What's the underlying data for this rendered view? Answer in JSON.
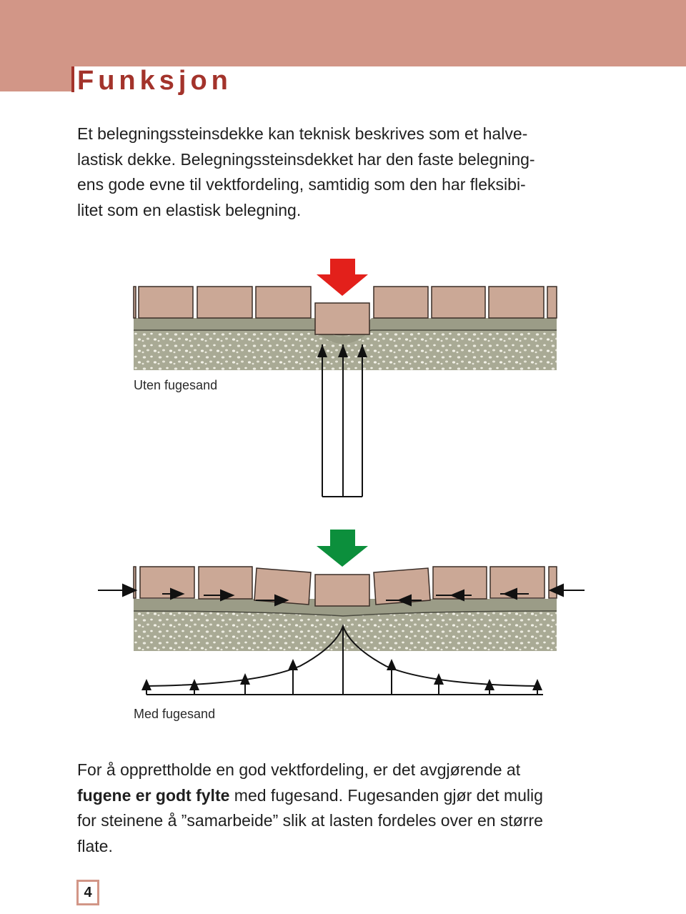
{
  "header": {
    "title": "Funksjon",
    "band_color": "#d29687",
    "title_color": "#a3332b"
  },
  "intro": {
    "line1": "Et belegningssteinsdekke kan teknisk beskrives som et halve-",
    "line2": "lastisk dekke. Belegningssteinsdekket har den faste belegning-",
    "line3": "ens gode evne til vektfordeling, samtidig som den har fleksibi-",
    "line4": "litet som en elastisk belegning."
  },
  "diagram_top": {
    "caption": "Uten fugesand",
    "arrow_color": "#e3201b"
  },
  "diagram_bottom": {
    "caption": "Med fugesand",
    "arrow_color": "#0c8f3c"
  },
  "closing": {
    "line1": "For å opprettholde en god vektfordeling, er det avgjørende at",
    "bold": "fugene er godt fylte",
    "line2_rest": " med fugesand. Fugesanden gjør det mulig",
    "line3": "for steinene å ”samarbeide” slik at lasten fordeles over en større",
    "line4": "flate."
  },
  "page_number": "4",
  "colors": {
    "stone": "#cba896",
    "sand_layer": "#9b9c87",
    "gravel": "#a9aa95"
  }
}
